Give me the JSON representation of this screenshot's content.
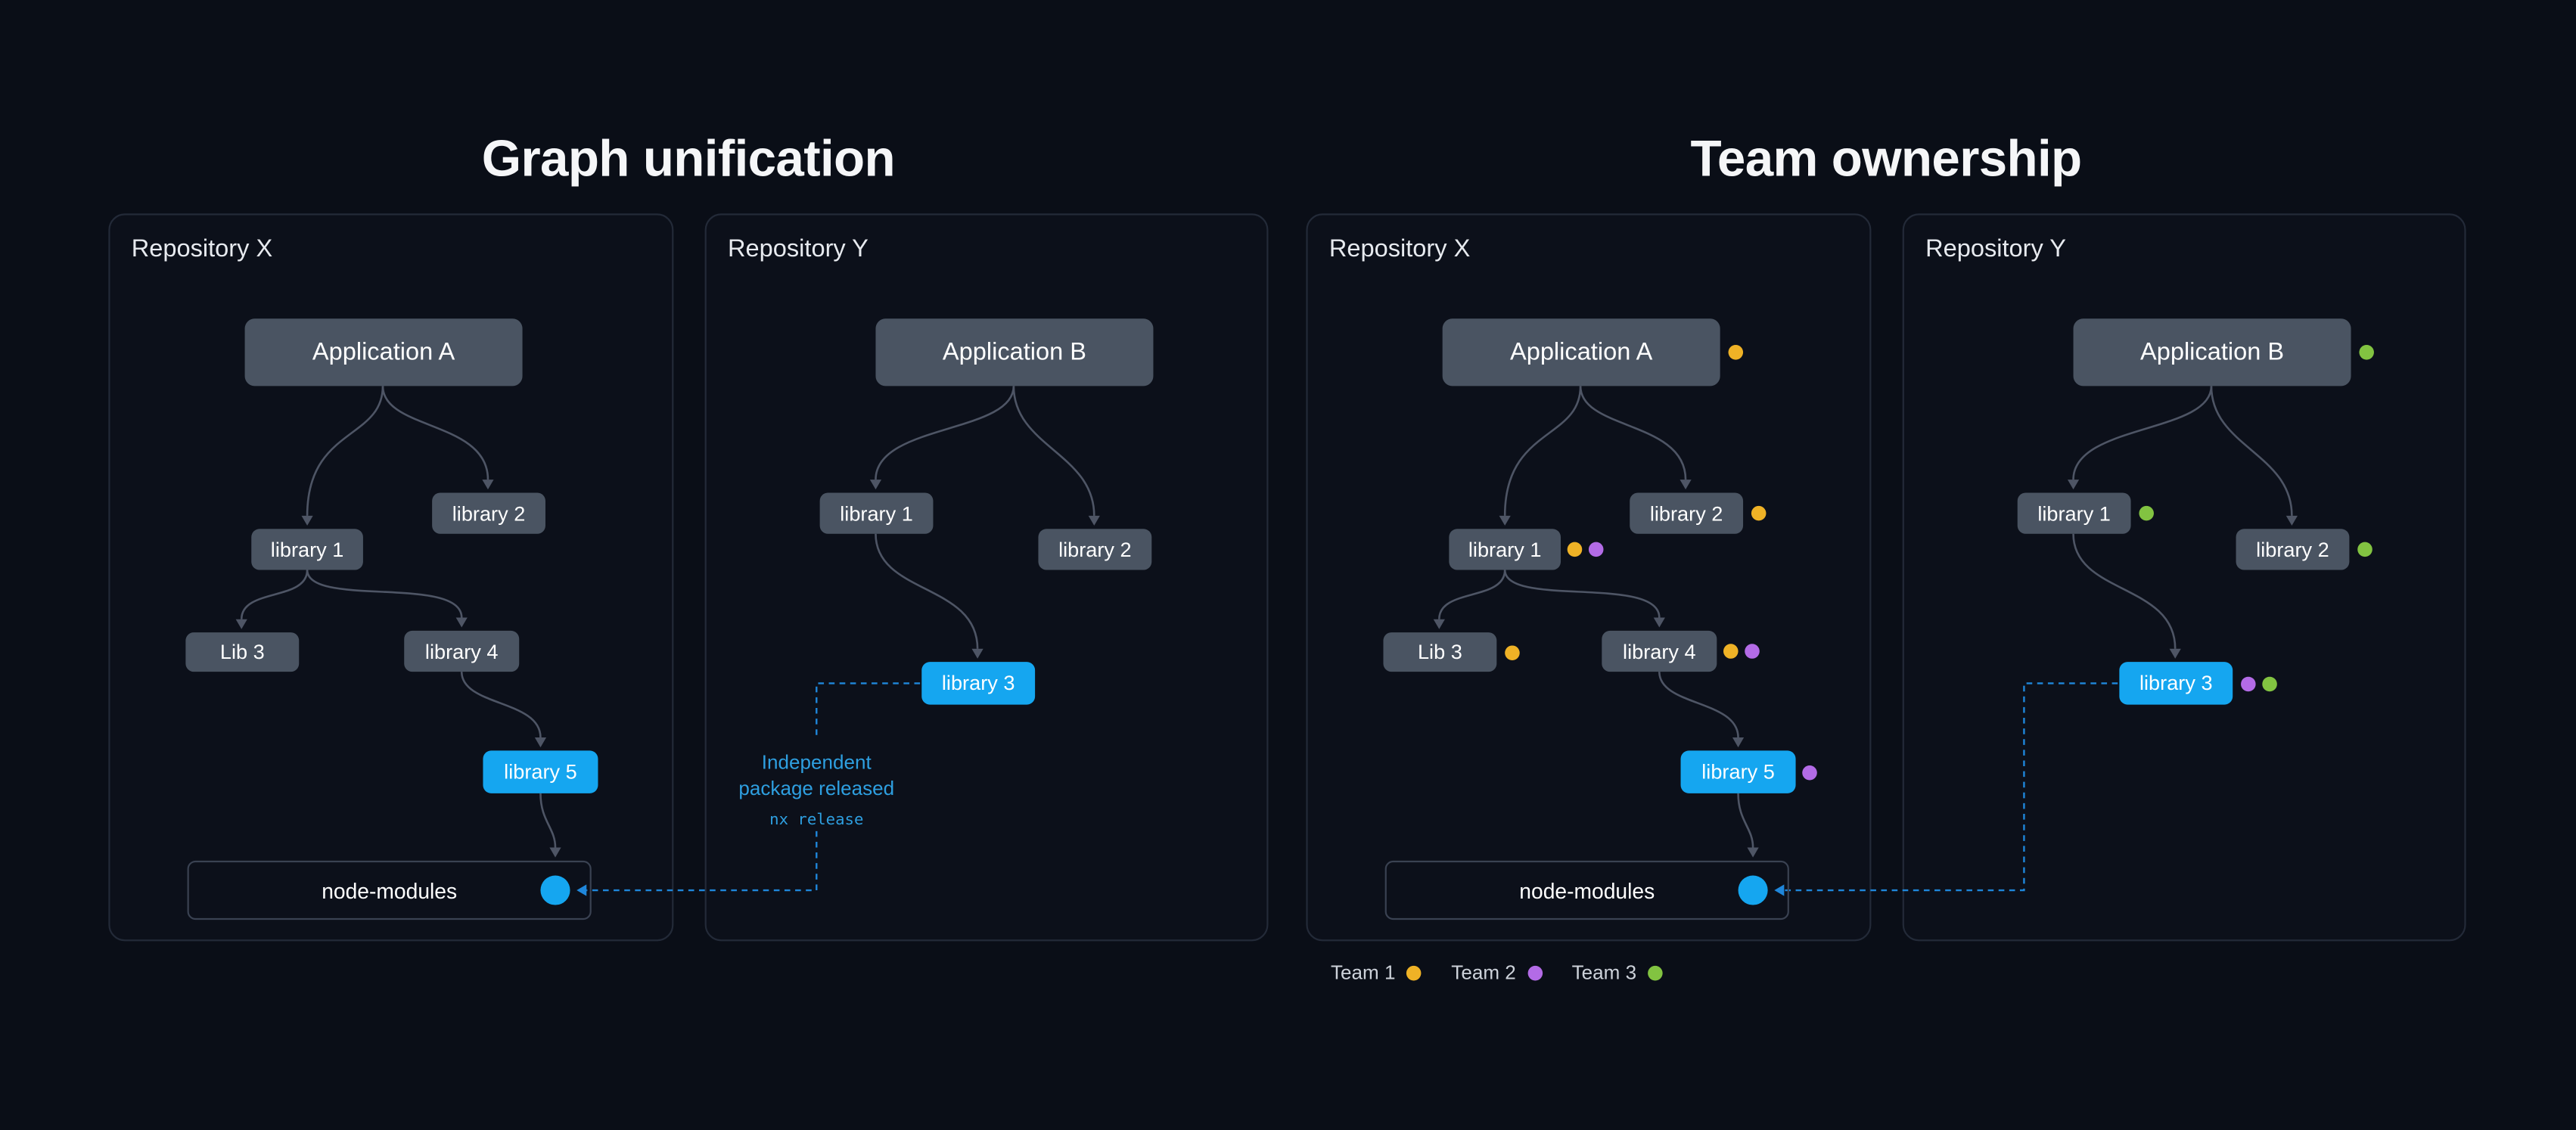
{
  "colors": {
    "page-bg": "#0a0e17",
    "panel-bg": "#0c101a",
    "panel-border": "#232a38",
    "node-gray": "#4a5462",
    "accent-blue": "#15a6f0",
    "line": "#4e5565",
    "dashed": "#1f87db",
    "annotation-text": "#2e9fe0",
    "team1": "#efb226",
    "team2": "#b36be6",
    "team3": "#82c341"
  },
  "sections": [
    {
      "title": "Graph unification",
      "panels": [
        {
          "title": "Repository X",
          "nodes": {
            "app": {
              "label": "Application A"
            },
            "lib1": {
              "label": "library 1"
            },
            "lib2": {
              "label": "library 2"
            },
            "lib3": {
              "label": "Lib 3"
            },
            "lib4": {
              "label": "library 4"
            },
            "lib5": {
              "label": "library 5"
            },
            "node_modules": {
              "label": "node-modules"
            }
          }
        },
        {
          "title": "Repository Y",
          "nodes": {
            "app": {
              "label": "Application B"
            },
            "lib1": {
              "label": "library 1"
            },
            "lib2": {
              "label": "library 2"
            },
            "lib3": {
              "label": "library 3"
            }
          },
          "annotation": {
            "line1": "Independent",
            "line2": "package released",
            "code": "nx release"
          }
        }
      ]
    },
    {
      "title": "Team ownership",
      "panels": [
        {
          "title": "Repository X",
          "nodes": {
            "app": {
              "label": "Application A",
              "teams": [
                "team1"
              ]
            },
            "lib1": {
              "label": "library 1",
              "teams": [
                "team1",
                "team2"
              ]
            },
            "lib2": {
              "label": "library 2",
              "teams": [
                "team1"
              ]
            },
            "lib3": {
              "label": "Lib 3",
              "teams": [
                "team1"
              ]
            },
            "lib4": {
              "label": "library 4",
              "teams": [
                "team1",
                "team2"
              ]
            },
            "lib5": {
              "label": "library 5",
              "teams": [
                "team2"
              ]
            },
            "node_modules": {
              "label": "node-modules"
            }
          }
        },
        {
          "title": "Repository Y",
          "nodes": {
            "app": {
              "label": "Application B",
              "teams": [
                "team3"
              ]
            },
            "lib1": {
              "label": "library 1",
              "teams": [
                "team3"
              ]
            },
            "lib2": {
              "label": "library 2",
              "teams": [
                "team3"
              ]
            },
            "lib3": {
              "label": "library 3",
              "teams": [
                "team2",
                "team3"
              ]
            }
          }
        }
      ]
    }
  ],
  "legend": {
    "items": [
      {
        "label": "Team 1",
        "team": "team1"
      },
      {
        "label": "Team 2",
        "team": "team2"
      },
      {
        "label": "Team 3",
        "team": "team3"
      }
    ]
  }
}
